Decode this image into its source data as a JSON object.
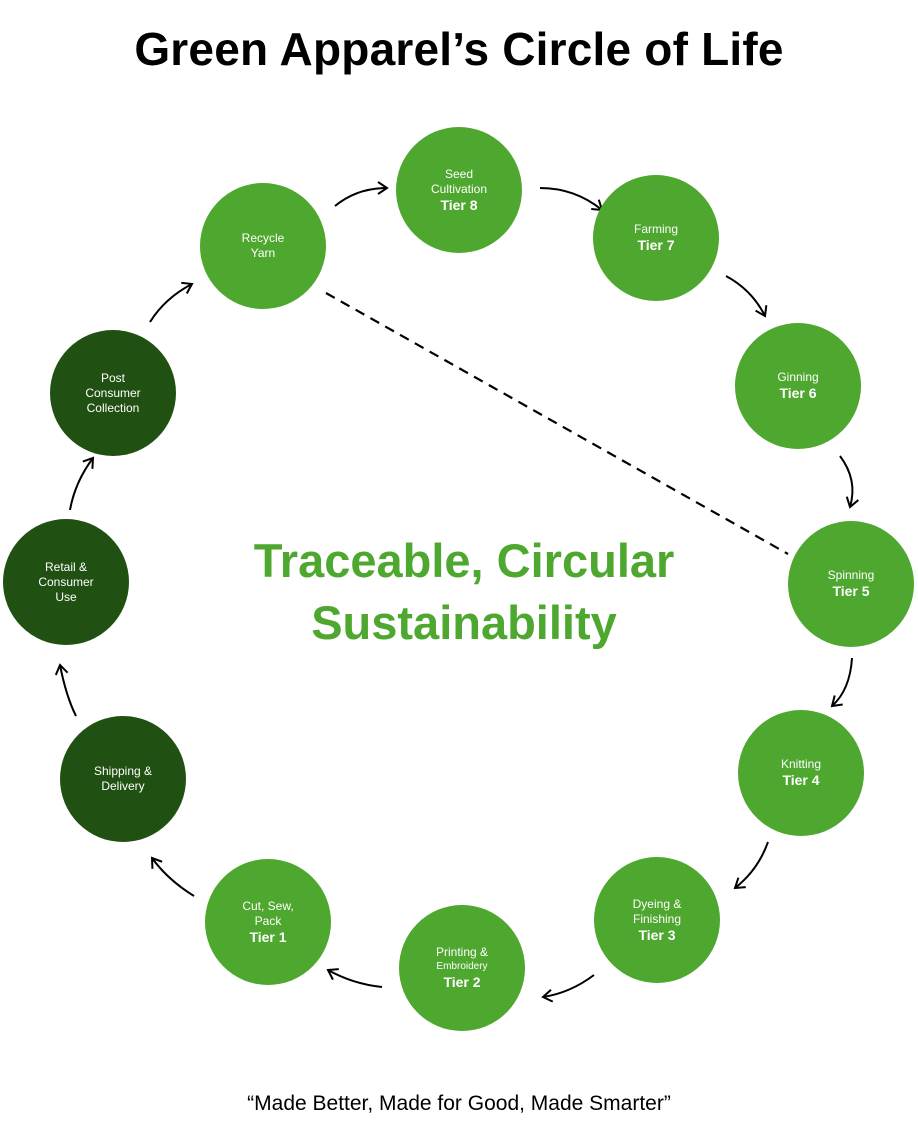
{
  "title": "Green Apparel’s Circle of Life",
  "center_text": [
    "Traceable, Circular",
    "Sustainability"
  ],
  "tagline": "“Made Better, Made for Good, Made Smarter”",
  "colors": {
    "light_green": "#4ea72e",
    "dark_green": "#215013",
    "accent_text": "#4ea72e"
  },
  "nodes": [
    {
      "id": "seed-cultivation",
      "lines": [
        "Seed",
        "Cultivation"
      ],
      "tier": "Tier 8",
      "shade": "light"
    },
    {
      "id": "farming",
      "lines": [
        "Farming"
      ],
      "tier": "Tier 7",
      "shade": "light"
    },
    {
      "id": "ginning",
      "lines": [
        "Ginning"
      ],
      "tier": "Tier 6",
      "shade": "light"
    },
    {
      "id": "spinning",
      "lines": [
        "Spinning"
      ],
      "tier": "Tier 5",
      "shade": "light"
    },
    {
      "id": "knitting",
      "lines": [
        "Knitting"
      ],
      "tier": "Tier 4",
      "shade": "light"
    },
    {
      "id": "dyeing-finishing",
      "lines": [
        "Dyeing &",
        "Finishing"
      ],
      "tier": "Tier 3",
      "shade": "light"
    },
    {
      "id": "printing-embroidery",
      "lines": [
        "Printing &",
        "Embroidery"
      ],
      "tier": "Tier 2",
      "shade": "light"
    },
    {
      "id": "cut-sew-pack",
      "lines": [
        "Cut, Sew,",
        "Pack"
      ],
      "tier": "Tier 1",
      "shade": "light"
    },
    {
      "id": "shipping-delivery",
      "lines": [
        "Shipping &",
        "Delivery"
      ],
      "tier": "",
      "shade": "dark"
    },
    {
      "id": "retail-consumer-use",
      "lines": [
        "Retail &",
        "Consumer",
        "Use"
      ],
      "tier": "",
      "shade": "dark"
    },
    {
      "id": "post-consumer-collection",
      "lines": [
        "Post",
        "Consumer",
        "Collection"
      ],
      "tier": "",
      "shade": "dark"
    },
    {
      "id": "recycle-yarn",
      "lines": [
        "Recycle",
        "Yarn"
      ],
      "tier": "",
      "shade": "light"
    }
  ]
}
